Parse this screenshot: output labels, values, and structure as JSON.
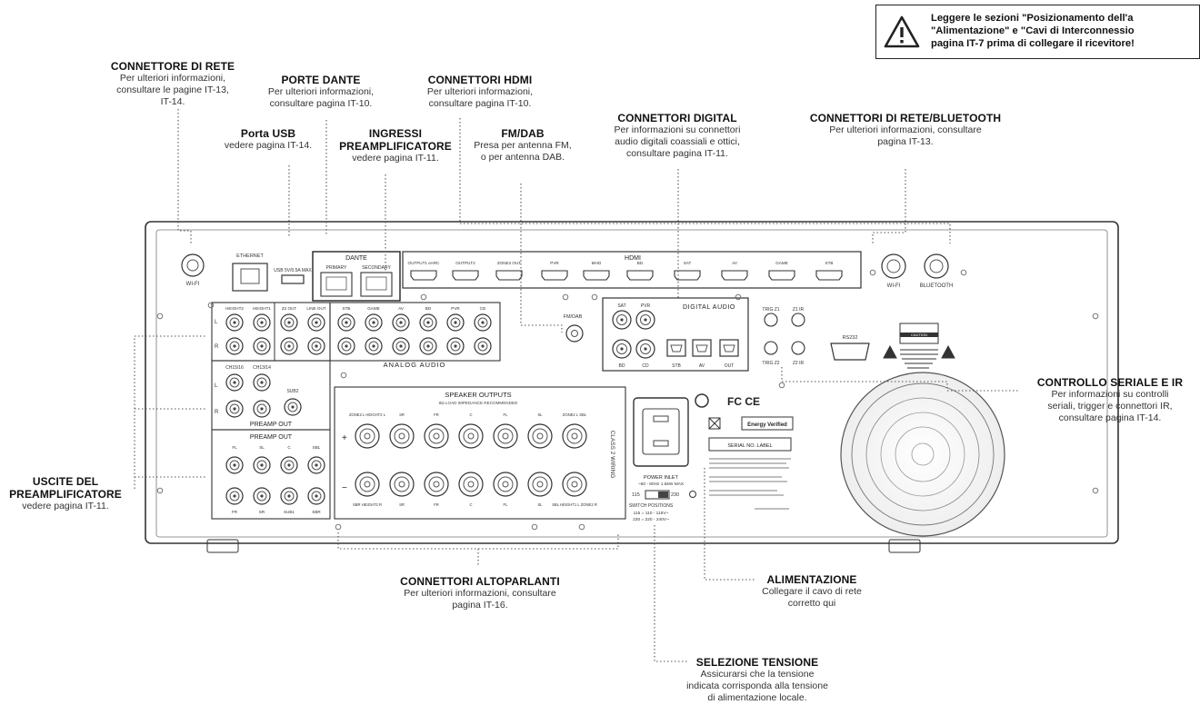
{
  "warning": {
    "line1": "Leggere le sezioni \"Posizionamento dell'a",
    "line2": "\"Alimentazione\" e \"Cavi di Interconnessio",
    "line3": "pagina IT-7 prima di collegare il ricevitore!"
  },
  "callouts": {
    "rete": {
      "title": "CONNETTORE DI RETE",
      "lines": [
        "Per ulteriori informazioni,",
        "consultare le pagine IT-13,",
        "IT-14."
      ]
    },
    "dante": {
      "title": "PORTE DANTE",
      "lines": [
        "Per ulteriori informazioni,",
        "consultare pagina IT-10."
      ]
    },
    "hdmi": {
      "title": "CONNETTORI HDMI",
      "lines": [
        "Per ulteriori informazioni,",
        "consultare pagina IT-10."
      ]
    },
    "usb": {
      "title": "Porta USB",
      "lines": [
        "vedere pagina IT-14."
      ]
    },
    "preamp_in": {
      "title1": "INGRESSI",
      "title2": "PREAMPLIFICATORE",
      "lines": [
        "vedere pagina IT-11."
      ]
    },
    "fmdab": {
      "title": "FM/DAB",
      "lines": [
        "Presa per antenna FM,",
        "o per antenna DAB."
      ]
    },
    "digital": {
      "title": "CONNETTORI DIGITAL",
      "lines": [
        "Per informazioni su connettori",
        "audio digitali coassiali e ottici,",
        "consultare pagina IT-11."
      ]
    },
    "bt": {
      "title": "CONNETTORI DI RETE/BLUETOOTH",
      "lines": [
        "Per ulteriori informazioni, consultare",
        "pagina IT-13."
      ]
    },
    "seriale": {
      "title": "CONTROLLO SERIALE E IR",
      "lines": [
        "Per informazioni su controlli",
        "seriali, trigger e connettori IR,",
        "consultare pagina IT-14."
      ]
    },
    "preamp_out": {
      "title1": "USCITE DEL",
      "title2": "PREAMPLIFICATORE",
      "lines": [
        "vedere pagina IT-11."
      ]
    },
    "speakers": {
      "title": "CONNETTORI ALTOPARLANTI",
      "lines": [
        "Per ulteriori informazioni, consultare",
        "pagina IT-16."
      ]
    },
    "power": {
      "title": "ALIMENTAZIONE",
      "lines": [
        "Collegare il cavo di rete",
        "corretto qui"
      ]
    },
    "voltage": {
      "title": "SELEZIONE TENSIONE",
      "lines": [
        "Assicurarsi che la tensione",
        "indicata corrisponda alla tensione",
        "di alimentazione locale."
      ]
    }
  },
  "panel": {
    "wifi_left": "WI-FI",
    "ethernet": "ETHERNET",
    "usb": "USB 5V/0.5A MAX",
    "dante": "DANTE",
    "primary": "PRIMARY",
    "secondary": "SECONDARY",
    "hdmi": "HDMI",
    "hdmi_ports": [
      "OUTPUT1 eARC",
      "OUTPUT2",
      "ZONE2 OUT",
      "PVR",
      "MHO",
      "BD",
      "SAT",
      "AV",
      "GAME",
      "STB"
    ],
    "wifi_right": "WI-FI",
    "bluetooth": "BLUETOOTH",
    "analog_heads": [
      "HEIGHT2",
      "HEIGHT1",
      "Z2 OUT",
      "LINE OUT",
      "STB",
      "GAME",
      "AV",
      "BD",
      "PVR",
      "CD"
    ],
    "analog_audio": "ANALOG AUDIO",
    "lr_l": "L",
    "lr_r": "R",
    "fm_dab": "FM/DAB",
    "digital_audio": "DIGITAL AUDIO",
    "dig_top": [
      "SAT",
      "PVR"
    ],
    "dig_bottom": [
      "BD",
      "CD",
      "STB",
      "AV",
      "OUT"
    ],
    "trig_z1": "TRIG Z1",
    "z1_ir": "Z1 IR",
    "trig_z2": "TRIG Z2",
    "z2_ir": "Z2 IR",
    "rs232": "RS232",
    "caution": "CAUTION",
    "ch_heads": [
      "CH15/16",
      "CH13/14"
    ],
    "sub2": "SUB2",
    "preamp_out1": "PREAMP OUT",
    "preamp_out2": "PREAMP OUT",
    "po_top": [
      "FL",
      "SL",
      "C",
      "SBL"
    ],
    "po_bot": [
      "FR",
      "SR",
      "SUB1",
      "SBR"
    ],
    "spk_title": "SPEAKER OUTPUTS",
    "spk_sub": "8Ω LOAD IMPEDANCE RECOMMENDED",
    "spk_top": [
      "ZONE2 L HEIGHT2 L",
      "SR",
      "FR",
      "C",
      "FL",
      "SL",
      "ZONE2 L SBL"
    ],
    "spk_bot": [
      "SBR HEIGHT2 R",
      "SR",
      "FR",
      "C",
      "FL",
      "SL",
      "SBL HEIGHT1 L ZONE2 R"
    ],
    "class2": "CLASS 2 WIRING",
    "power_inlet": "POWER INLET",
    "power_spec": "~50 - 60Hz 1.5kW MAX",
    "v115": "115",
    "v230": "230",
    "switch_pos": "SWITCH POSITIONS",
    "switch_v1": "115 = 110 - 115V~",
    "switch_v2": "230 = 220 - 240V~",
    "serial_label": "SERIAL NO. LABEL",
    "energy": "Energy Verified",
    "fcc": "FC CE"
  },
  "colors": {
    "line": "#333333",
    "panel": "#ffffff",
    "dots": "#555555"
  }
}
